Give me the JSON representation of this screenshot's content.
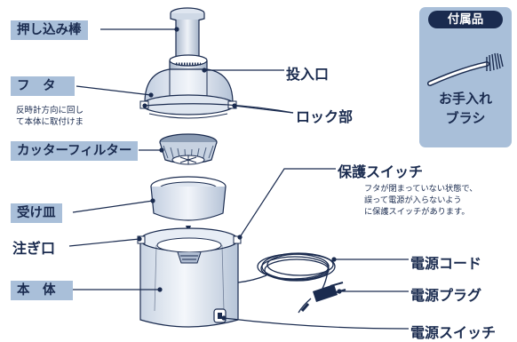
{
  "labels": {
    "plunger": "押し込み棒",
    "lid": "フ　タ",
    "lid_note_1": "反時計方向に回し",
    "lid_note_2": "て本体に取付けま",
    "cutter_filter": "カッターフィルター",
    "receiving_dish": "受け皿",
    "spout": "注ぎ口",
    "main_body": "本　体",
    "feed_opening": "投入口",
    "lock_part": "ロック部",
    "safety_switch": "保護スイッチ",
    "safety_note_1": "フタが閉まっていない状態で、",
    "safety_note_2": "誤って電源が入らないよう",
    "safety_note_3": "に保護スイッチがあります。",
    "power_cord": "電源コード",
    "power_plug": "電源プラグ",
    "power_switch": "電源スイッチ"
  },
  "accessory": {
    "title": "付属品",
    "caption_1": "お手入れ",
    "caption_2": "ブラシ"
  },
  "colors": {
    "accent_blue": "#a9bfd9",
    "navy": "#1a2b4f"
  }
}
